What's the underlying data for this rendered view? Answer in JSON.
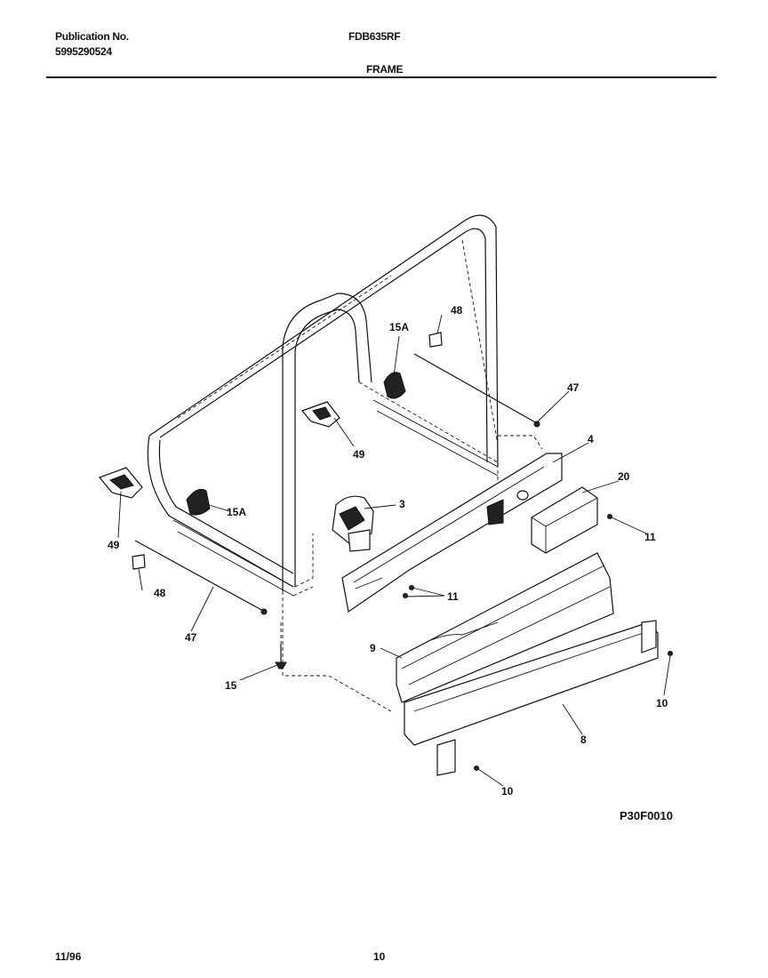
{
  "header": {
    "publication_label": "Publication No.",
    "publication_number": "5995290524",
    "model": "FDB635RF",
    "section": "FRAME"
  },
  "callouts": {
    "c48a": "48",
    "c15a1": "15A",
    "c47a": "47",
    "c4": "4",
    "c49a": "49",
    "c20": "20",
    "c3": "3",
    "c15a2": "15A",
    "c11a": "11",
    "c49b": "49",
    "c11b": "11",
    "c48b": "48",
    "c47b": "47",
    "c9": "9",
    "c15": "15",
    "c10a": "10",
    "c8": "8",
    "c10b": "10"
  },
  "figure_id": "P30F0010",
  "footer": {
    "date": "11/96",
    "page": "10"
  }
}
